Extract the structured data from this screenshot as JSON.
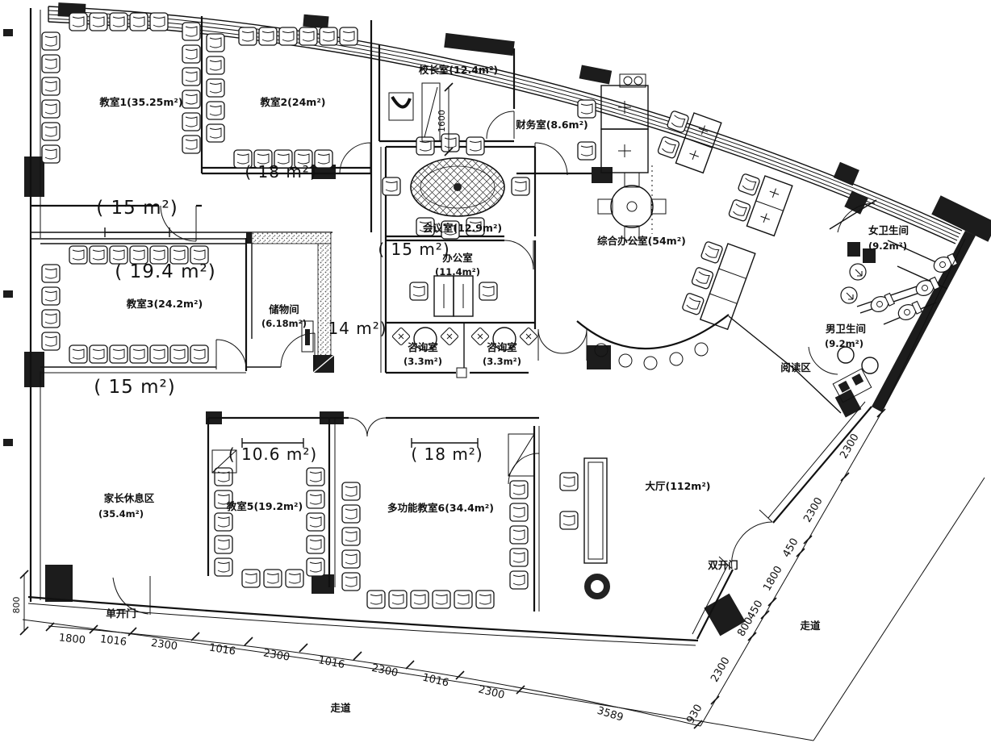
{
  "colors": {
    "ink": "#111111",
    "paper": "#ffffff"
  },
  "rooms": {
    "classroom1": {
      "label": "教室1(35.25m²)"
    },
    "classroom2": {
      "label": "教室2(24m²)"
    },
    "principal": {
      "label": "校长室(12.4m²)"
    },
    "finance": {
      "label": "财务室(8.6m²)"
    },
    "meeting": {
      "label": "会议室(12.9m²)"
    },
    "office": {
      "name": "办公室",
      "area": "(11.4m²)"
    },
    "consult1": {
      "name": "咨询室",
      "area": "(3.3m²)"
    },
    "consult2": {
      "name": "咨询室",
      "area": "(3.3m²)"
    },
    "general_office": {
      "label": "综合办公室(54m²)"
    },
    "classroom3": {
      "label": "教室3(24.2m²)"
    },
    "storage": {
      "name": "储物间",
      "area": "(6.18m²)"
    },
    "women_wc": {
      "name": "女卫生间",
      "area": "(9.2m²)"
    },
    "men_wc": {
      "name": "男卫生间",
      "area": "(9.2m²)"
    },
    "reading": {
      "label": "阅读区"
    },
    "parents": {
      "name": "家长休息区",
      "area": "(35.4m²)"
    },
    "classroom5": {
      "label": "教室5(19.2m²)"
    },
    "multi6": {
      "label": "多功能教室6(34.4m²)"
    },
    "hall": {
      "label": "大厅(112m²)"
    }
  },
  "area_callouts": {
    "c15_top": "( 15 m²)",
    "c18_top": "( 18 m²)",
    "c19_4": "( 19.4 m²)",
    "c15_mid": "( 15 m²)",
    "c14": "14 m²)",
    "c15_low": "( 15 m²)",
    "c10_6": "( 10.6 m²)",
    "c18_low": "( 18 m²)"
  },
  "doors": {
    "single": "单开门",
    "double": "双开门"
  },
  "corridors": {
    "bottom": "走道",
    "right": "走道"
  },
  "dimensions": {
    "bottom": [
      "1800",
      "1016",
      "2300",
      "1016",
      "2300",
      "1016",
      "2300",
      "1016",
      "2300",
      "3589"
    ],
    "right": [
      "930",
      "2300",
      "800",
      "450",
      "1800",
      "450",
      "2300",
      "2300"
    ],
    "left_vertical": "800",
    "principal_vertical": "1600"
  }
}
